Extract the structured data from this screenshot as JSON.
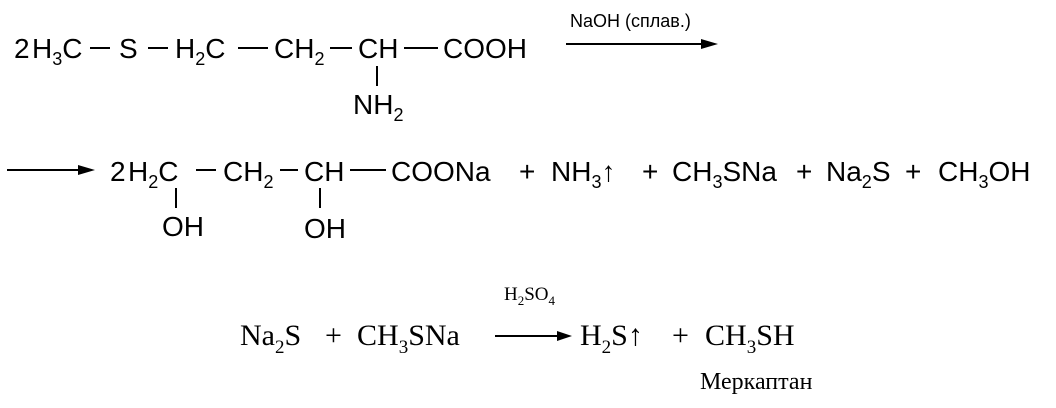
{
  "reaction1": {
    "coef": "2",
    "h3c_h": "H",
    "h3c_3": "3",
    "h3c_c": "C",
    "s": "S",
    "h2c_h": "H",
    "h2c_2": "2",
    "h2c_c": "C",
    "ch2_ch": "CH",
    "ch2_2": "2",
    "ch": "CH",
    "cooh": "COOH",
    "nh2_nh": "NH",
    "nh2_2": "2",
    "condition": "NaOH (сплав.)"
  },
  "reaction2": {
    "coef": "2",
    "h2c_h": "H",
    "h2c_2": "2",
    "h2c_c": "C",
    "ch2_ch": "CH",
    "ch2_2": "2",
    "ch": "CH",
    "coona": "COONa",
    "oh1": "OH",
    "oh2": "OH",
    "plus": "+",
    "nh3_nh": "NH",
    "nh3_3": "3",
    "up_arrow": "↑",
    "ch3sna_ch": "CH",
    "ch3sna_3": "3",
    "ch3sna_sna": "SNa",
    "na2s_na": "Na",
    "na2s_2": "2",
    "na2s_s": "S",
    "ch3oh_ch": "CH",
    "ch3oh_3": "3",
    "ch3oh_oh": "OH"
  },
  "reaction3": {
    "na2s_na": "Na",
    "na2s_2": "2",
    "na2s_s": "S",
    "plus": "+",
    "ch3sna_ch": "CH",
    "ch3sna_3": "3",
    "ch3sna_sna": "SNa",
    "h2s_h": "H",
    "h2s_2": "2",
    "h2s_s": "S",
    "up_arrow": "↑",
    "ch3sh_ch": "CH",
    "ch3sh_3": "3",
    "ch3sh_sh": "SH",
    "condition_h": "H",
    "condition_2": "2",
    "condition_so": "SO",
    "condition_4": "4",
    "product_label": "Меркаптан"
  }
}
